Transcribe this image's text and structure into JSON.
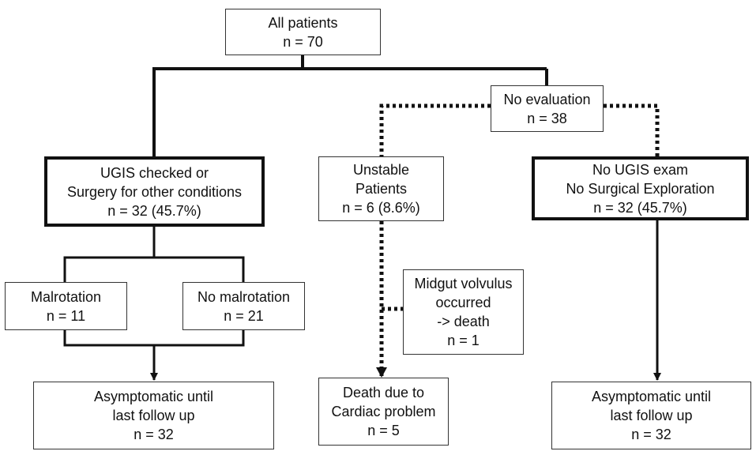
{
  "diagram": {
    "nodes": {
      "all_patients": {
        "lines": [
          "All patients",
          "n = 70"
        ]
      },
      "no_evaluation": {
        "lines": [
          "No evaluation",
          "n = 38"
        ]
      },
      "ugis_checked": {
        "lines": [
          "UGIS checked or",
          "Surgery for other conditions",
          "n = 32 (45.7%)"
        ]
      },
      "unstable": {
        "lines": [
          "Unstable",
          "Patients",
          "n = 6 (8.6%)"
        ]
      },
      "no_ugis": {
        "lines": [
          "No UGIS exam",
          "No Surgical Exploration",
          "n = 32 (45.7%)"
        ]
      },
      "malrotation": {
        "lines": [
          "Malrotation",
          "n = 11"
        ]
      },
      "no_malrotation": {
        "lines": [
          "No malrotation",
          "n = 21"
        ]
      },
      "volvulus": {
        "lines": [
          "Midgut volvulus",
          "occurred",
          "-> death",
          "n = 1"
        ]
      },
      "asymp_left": {
        "lines": [
          "Asymptomatic until",
          "last follow up",
          "n = 32"
        ]
      },
      "death_cardiac": {
        "lines": [
          "Death due to",
          "Cardiac problem",
          "n = 5"
        ]
      },
      "asymp_right": {
        "lines": [
          "Asymptomatic until",
          "last follow up",
          "n = 32"
        ]
      }
    },
    "colors": {
      "line": "#111111",
      "box_border": "#333333",
      "background": "#ffffff",
      "text": "#111111"
    }
  }
}
